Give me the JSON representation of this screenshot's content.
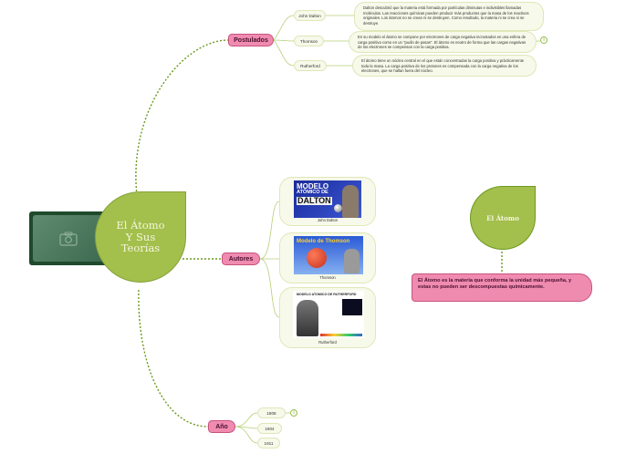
{
  "central": {
    "title": "El Átomo Y Sus Teorías"
  },
  "branches": {
    "postulados": {
      "label": "Postulados",
      "items": [
        {
          "label": "John Dalton",
          "note": "Dalton descubrió que la materia está formada por partículas diminutas e indivisibles llamadas moléculas. Las reacciones químicas pueden producir más  productos que la masa  de los reactivos originales. Los átomos no se crean ni se destruyen. Como resultado, la materia ni se crea ni se destruye."
        },
        {
          "label": "Thomson",
          "note": "En su modelo el átomo se compone por electrones de carga negativa incrustados en una esfera de carga positiva como en un \"pudin de pasas\". El átomo es neutro de forma que las cargas negativas de los electrones se compensan con la carga positiva."
        },
        {
          "label": "Rutherford",
          "note": "El átomo tiene un núcleo central en el que están concentradas la carga positiva y prácticamente toda la masa. La carga positiva de los protones es compensada con la carga negativa de los electrones, que se hallan fuera del núcleo."
        }
      ]
    },
    "autores": {
      "label": "Autores",
      "items": [
        {
          "caption": "John Dalton",
          "banner_line1": "MODELO",
          "banner_line2": "ATÓMICO DE",
          "banner_line3": "DALTON"
        },
        {
          "caption": "Thomson",
          "banner": "Modelo de Thomson"
        },
        {
          "caption": "Rutherford",
          "banner": "MODELO ATOMICO DE RUTHERFORD"
        }
      ]
    },
    "ano": {
      "label": "Año",
      "items": [
        {
          "label": "1808"
        },
        {
          "label": "1904"
        },
        {
          "label": "1911"
        }
      ]
    }
  },
  "side_topic": {
    "title": "El Átomo",
    "definition": "El Átomo  es la materia que conforma la unidad  más pequeña, y estas no pueden ser descompuestas químicamente."
  },
  "colors": {
    "central_fill": "#a3bf4c",
    "central_text": "#f4f6dc",
    "connector": "#6c9a1f",
    "pink": "#f08bb0",
    "image_frame": "#1f4a2c"
  },
  "icons": {
    "central_image": "image-placeholder-icon",
    "info": "info-icon"
  }
}
